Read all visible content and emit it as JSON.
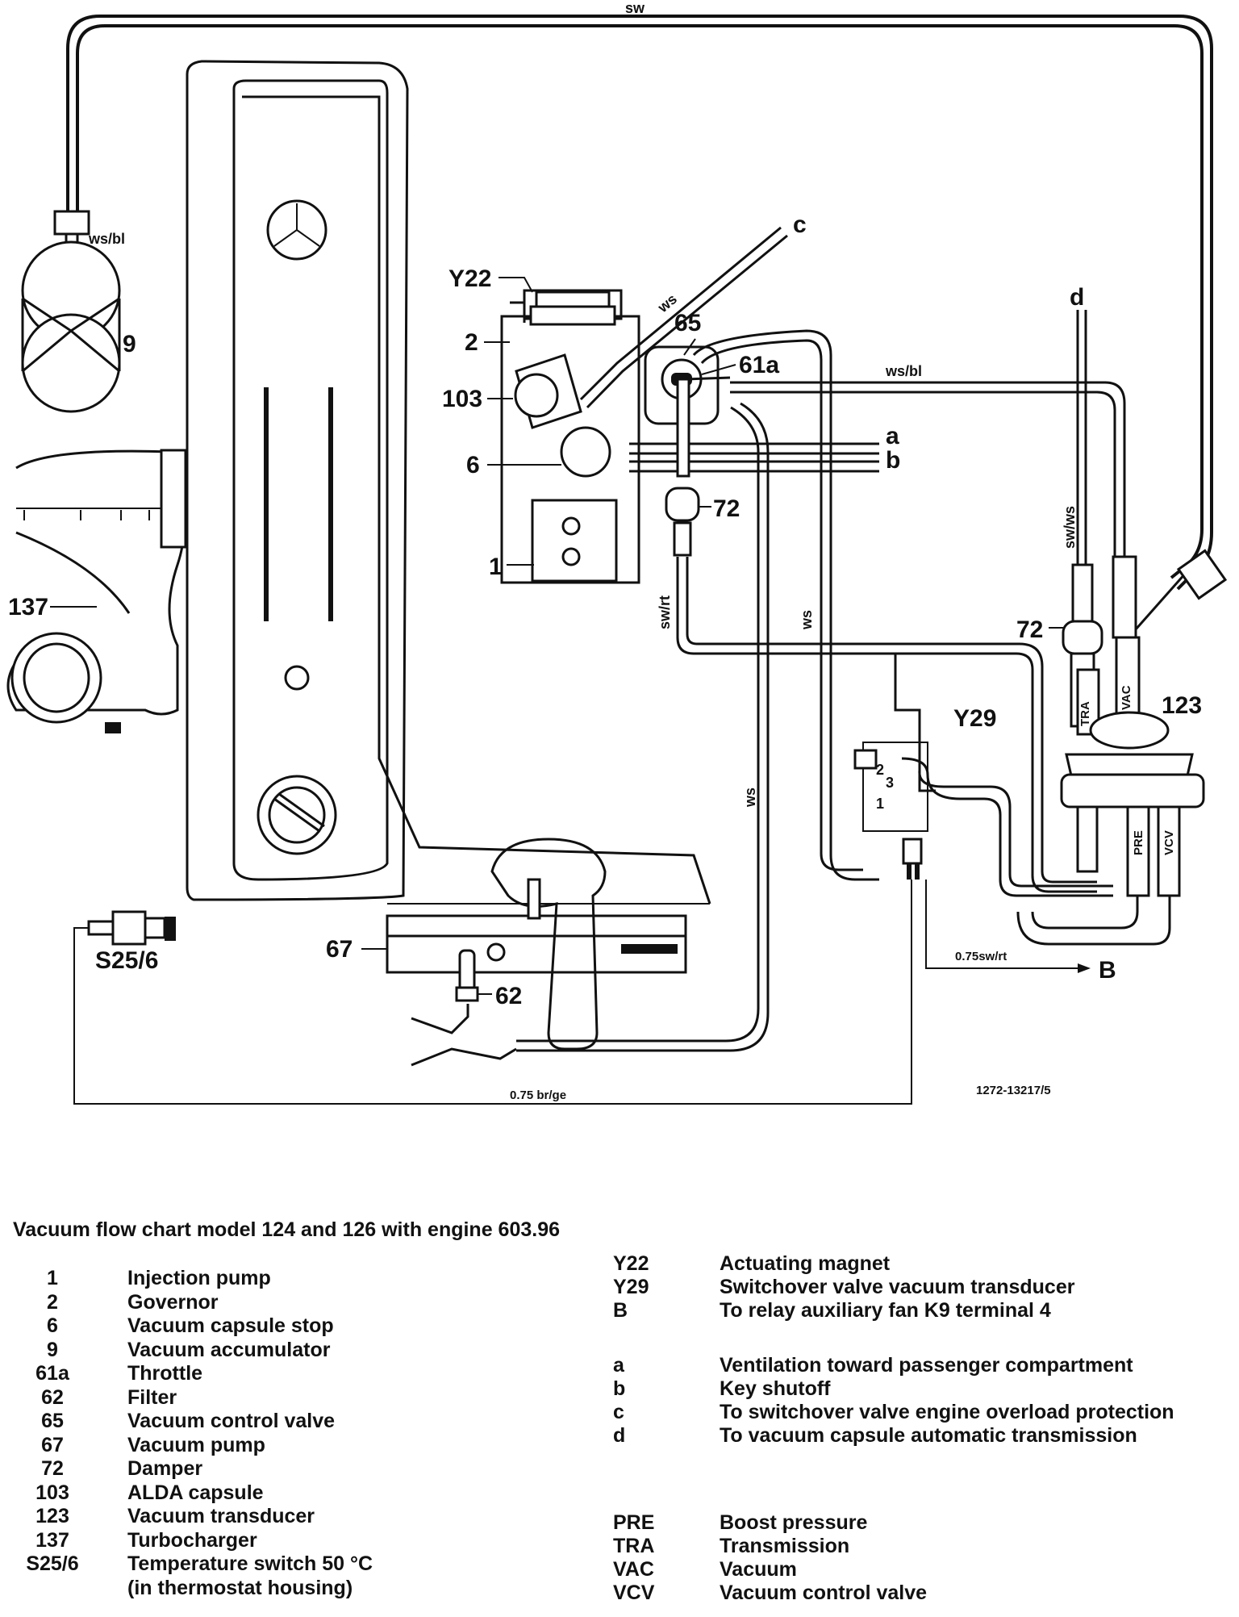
{
  "diagram": {
    "labels": {
      "sw_top": "sw",
      "ws_bl_left": "ws/bl",
      "ws_bl_right": "ws/bl",
      "y22": "Y22",
      "n2": "2",
      "n103": "103",
      "n6": "6",
      "n1": "1",
      "n9": "9",
      "n137": "137",
      "n65": "65",
      "n61a": "61a",
      "n72_left": "72",
      "n72_right": "72",
      "n123": "123",
      "y29": "Y29",
      "n67": "67",
      "n62": "62",
      "s25_6": "S25/6",
      "a": "a",
      "b": "b",
      "c": "c",
      "d": "d",
      "B": "B",
      "ws_diag": "ws",
      "sw_rt_pipe": "sw/rt",
      "ws_mid": "ws",
      "ws_lower": "ws",
      "sw_ws": "sw/ws",
      "tra": "TRA",
      "vac": "VAC",
      "pre": "PRE",
      "vcv": "VCV",
      "wire_b": "0.75sw/rt",
      "wire_bottom": "0.75 br/ge",
      "ref": "1272-13217/5",
      "y29_pin1": "1",
      "y29_pin2": "2",
      "y29_pin3": "3"
    }
  },
  "legend": {
    "caption": "Vacuum flow chart model 124 and 126 with engine 603.96",
    "left": [
      {
        "code": "1",
        "desc": "Injection pump"
      },
      {
        "code": "2",
        "desc": "Governor"
      },
      {
        "code": "6",
        "desc": "Vacuum capsule stop"
      },
      {
        "code": "9",
        "desc": "Vacuum accumulator"
      },
      {
        "code": "61a",
        "desc": "Throttle"
      },
      {
        "code": "62",
        "desc": "Filter"
      },
      {
        "code": "65",
        "desc": "Vacuum control valve"
      },
      {
        "code": "67",
        "desc": "Vacuum pump"
      },
      {
        "code": "72",
        "desc": "Damper"
      },
      {
        "code": "103",
        "desc": "ALDA capsule"
      },
      {
        "code": "123",
        "desc": "Vacuum transducer"
      },
      {
        "code": "137",
        "desc": "Turbocharger"
      },
      {
        "code": "S25/6",
        "desc": "Temperature switch 50 °C"
      },
      {
        "code": "",
        "desc": "(in thermostat housing)"
      }
    ],
    "right_top": [
      {
        "code": "Y22",
        "desc": "Actuating magnet"
      },
      {
        "code": "Y29",
        "desc": "Switchover valve vacuum transducer"
      },
      {
        "code": "B",
        "desc": "To relay auxiliary fan K9 terminal 4"
      }
    ],
    "right_mid": [
      {
        "code": "a",
        "desc": "Ventilation toward passenger compartment"
      },
      {
        "code": "b",
        "desc": "Key shutoff"
      },
      {
        "code": "c",
        "desc": "To switchover valve engine overload protection"
      },
      {
        "code": "d",
        "desc": "To vacuum capsule automatic transmission"
      }
    ],
    "right_bottom": [
      {
        "code": "PRE",
        "desc": "Boost pressure"
      },
      {
        "code": "TRA",
        "desc": "Transmission"
      },
      {
        "code": "VAC",
        "desc": "Vacuum"
      },
      {
        "code": "VCV",
        "desc": "Vacuum control valve"
      }
    ]
  }
}
